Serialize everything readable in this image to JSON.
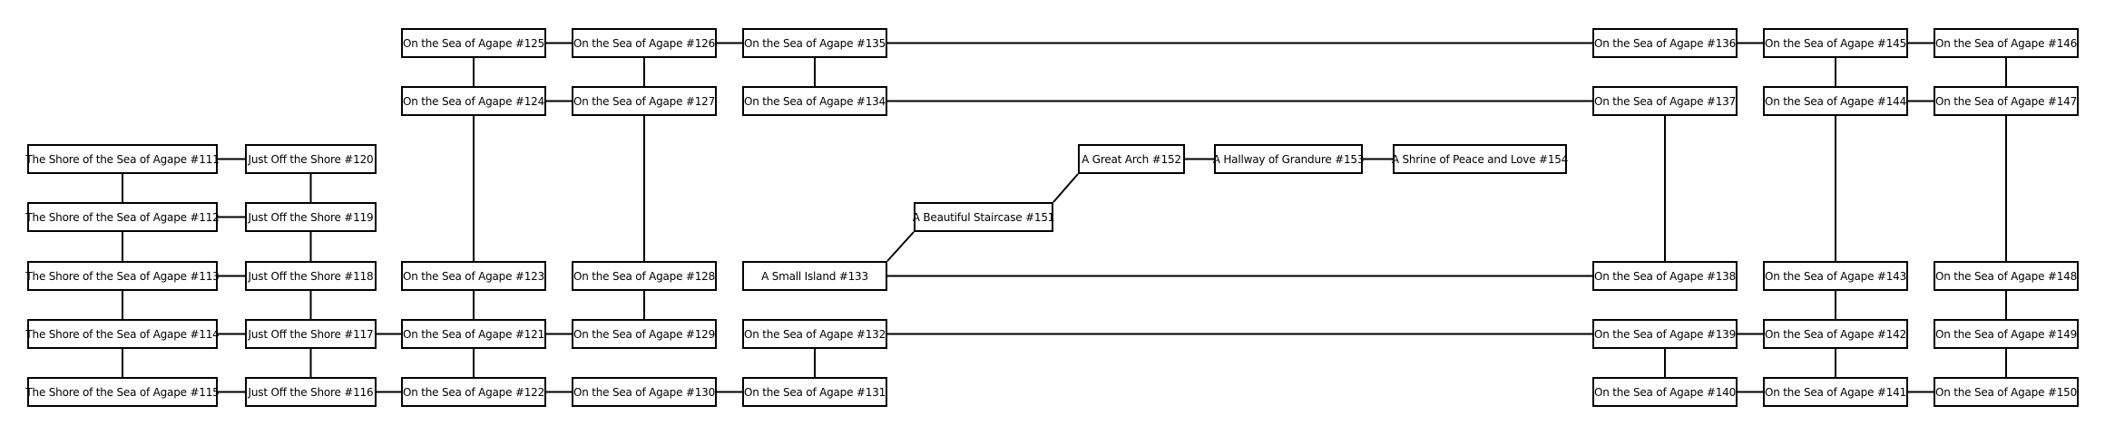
{
  "rooms": {
    "r111": "The Shore of the Sea of Agape #111",
    "r112": "The Shore of the Sea of Agape #112",
    "r113": "The Shore of the Sea of Agape #113",
    "r114": "The Shore of the Sea of Agape #114",
    "r115": "The Shore of the Sea of Agape #115",
    "r116": "Just Off the Shore #116",
    "r117": "Just Off the Shore #117",
    "r118": "Just Off the Shore #118",
    "r119": "Just Off the Shore #119",
    "r120": "Just Off the Shore #120",
    "r121": "On the Sea of Agape #121",
    "r122": "On the Sea of Agape #122",
    "r123": "On the Sea of Agape #123",
    "r124": "On the Sea of Agape #124",
    "r125": "On the Sea of Agape #125",
    "r126": "On the Sea of Agape #126",
    "r127": "On the Sea of Agape #127",
    "r128": "On the Sea of Agape #128",
    "r129": "On the Sea of Agape #129",
    "r130": "On the Sea of Agape #130",
    "r131": "On the Sea of Agape #131",
    "r132": "On the Sea of Agape #132",
    "r133": "A Small Island #133",
    "r134": "On the Sea of Agape #134",
    "r135": "On the Sea of Agape #135",
    "r136": "On the Sea of Agape #136",
    "r137": "On the Sea of Agape #137",
    "r138": "On the Sea of Agape #138",
    "r139": "On the Sea of Agape #139",
    "r140": "On the Sea of Agape #140",
    "r141": "On the Sea of Agape #141",
    "r142": "On the Sea of Agape #142",
    "r143": "On the Sea of Agape #143",
    "r144": "On the Sea of Agape #144",
    "r145": "On the Sea of Agape #145",
    "r146": "On the Sea of Agape #146",
    "r147": "On the Sea of Agape #147",
    "r148": "On the Sea of Agape #148",
    "r149": "On the Sea of Agape #149",
    "r150": "On the Sea of Agape #150",
    "r151": "A Beautiful Staircase #151",
    "r152": "A Great Arch #152",
    "r153": "A Hallway of Grandure #153",
    "r154": "A Shrine of Peace and Love #154"
  },
  "connections": [
    [
      "r111",
      "r120"
    ],
    [
      "r112",
      "r119"
    ],
    [
      "r113",
      "r118"
    ],
    [
      "r114",
      "r117"
    ],
    [
      "r115",
      "r116"
    ],
    [
      "r111",
      "r112"
    ],
    [
      "r112",
      "r113"
    ],
    [
      "r113",
      "r114"
    ],
    [
      "r114",
      "r115"
    ],
    [
      "r120",
      "r119"
    ],
    [
      "r119",
      "r118"
    ],
    [
      "r118",
      "r117"
    ],
    [
      "r117",
      "r116"
    ],
    [
      "r117",
      "r121"
    ],
    [
      "r116",
      "r122"
    ],
    [
      "r121",
      "r122"
    ],
    [
      "r121",
      "r123"
    ],
    [
      "r123",
      "r124"
    ],
    [
      "r124",
      "r125"
    ],
    [
      "r124",
      "r127"
    ],
    [
      "r125",
      "r126"
    ],
    [
      "r126",
      "r127"
    ],
    [
      "r126",
      "r135"
    ],
    [
      "r127",
      "r128"
    ],
    [
      "r128",
      "r129"
    ],
    [
      "r121",
      "r129"
    ],
    [
      "r122",
      "r130"
    ],
    [
      "r130",
      "r131"
    ],
    [
      "r131",
      "r132"
    ],
    [
      "r132",
      "r139"
    ],
    [
      "r135",
      "r134"
    ],
    [
      "r134",
      "r137"
    ],
    [
      "r135",
      "r136"
    ],
    [
      "r133",
      "r138"
    ],
    [
      "r133",
      "r151"
    ],
    [
      "r151",
      "r152"
    ],
    [
      "r152",
      "r153"
    ],
    [
      "r153",
      "r154"
    ],
    [
      "r137",
      "r138"
    ],
    [
      "r139",
      "r140"
    ],
    [
      "r139",
      "r142"
    ],
    [
      "r140",
      "r141"
    ],
    [
      "r141",
      "r150"
    ],
    [
      "r141",
      "r142"
    ],
    [
      "r142",
      "r143"
    ],
    [
      "r143",
      "r144"
    ],
    [
      "r144",
      "r145"
    ],
    [
      "r144",
      "r147"
    ],
    [
      "r145",
      "r146"
    ],
    [
      "r136",
      "r145"
    ],
    [
      "r146",
      "r147"
    ],
    [
      "r147",
      "r148"
    ],
    [
      "r148",
      "r149"
    ],
    [
      "r149",
      "r150"
    ]
  ]
}
